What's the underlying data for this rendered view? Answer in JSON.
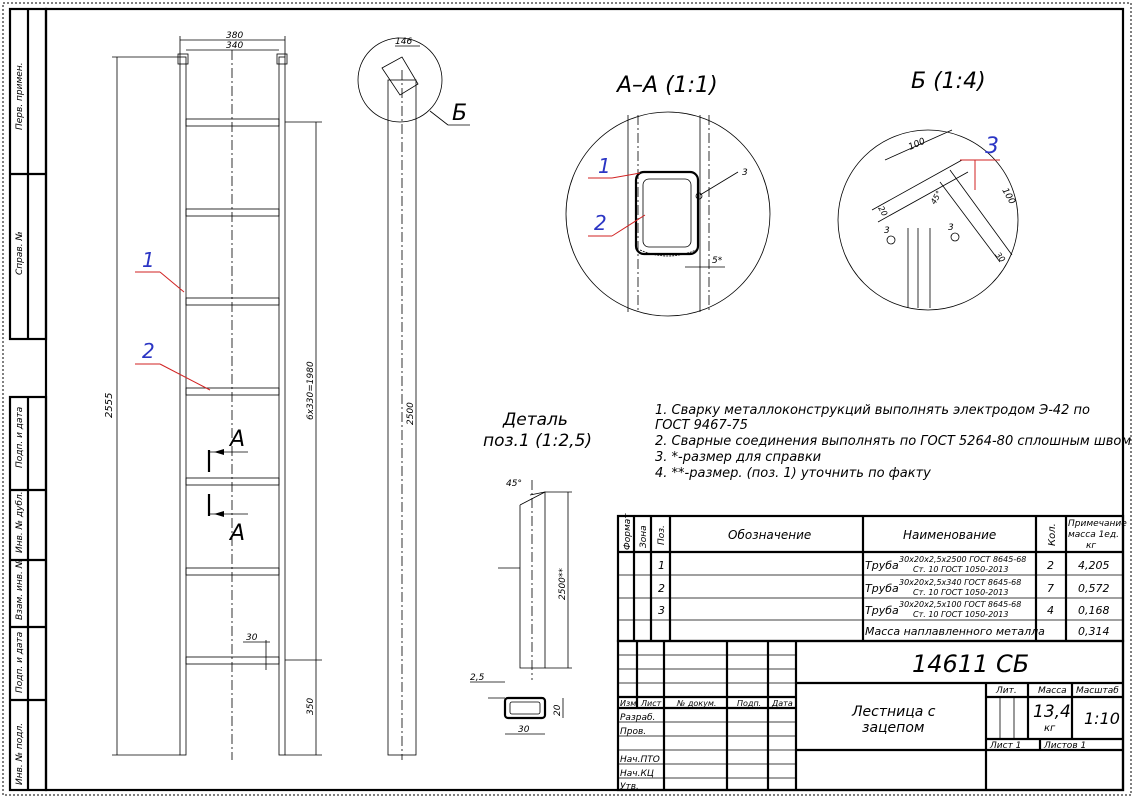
{
  "side_stamps": [
    "Перв. примен.",
    "Справ. №",
    "Подп. и дата",
    "Инв. № дубл.",
    "Взам. инв. №",
    "Подп. и дата",
    "Инв. № подл."
  ],
  "front_view": {
    "dim_380": "380",
    "dim_340": "340",
    "dim_2555": "2555",
    "dim_rungs": "6x330=1980",
    "dim_350": "350",
    "dim_30": "30",
    "pos1": "1",
    "pos2": "2",
    "section_a_top": "А",
    "section_a_bottom": "А"
  },
  "side_view": {
    "dim_146": "146",
    "dim_2500": "2500",
    "callout_b": "Б"
  },
  "section_aa": {
    "title": "А–А (1:1)",
    "pos1": "1",
    "pos2": "2",
    "weld": "3",
    "dim_5": "5*"
  },
  "detail_b": {
    "title": "Б (1:4)",
    "pos3": "3",
    "dim_100a": "100",
    "dim_100b": "100",
    "dim_20": "20",
    "dim_30": "30",
    "angle": "45°",
    "weld1": "3",
    "weld2": "3"
  },
  "detail_pos1": {
    "title_line1": "Деталь",
    "title_line2": "поз.1 (1:2,5)",
    "angle": "45°",
    "dim_2500": "2500**",
    "dim_25": "2,5",
    "dim_20": "20",
    "dim_30": "30"
  },
  "notes": [
    "1. Сварку металлоконструкций выполнять электродом Э-42 по",
    "ГОСТ 9467-75",
    "2. Сварные соединения выполнять по ГОСТ 5264-80 сплошным швом",
    "3. *-размер для справки",
    "4.  **-размер. (поз. 1) уточнить по факту"
  ],
  "spec": {
    "headers": {
      "format": "Формат",
      "zone": "Зона",
      "pos": "Поз.",
      "designation": "Обозначение",
      "name": "Наименование",
      "qty": "Кол.",
      "note_l1": "Примечание",
      "note_l2": "масса 1ед.",
      "note_l3": "кг"
    },
    "rows": [
      {
        "pos": "1",
        "name": "Труба",
        "line1": "30х20х2,5х2500 ГОСТ 8645-68",
        "line2": "Ст. 10 ГОСТ 1050-2013",
        "qty": "2",
        "mass": "4,205"
      },
      {
        "pos": "2",
        "name": "Труба",
        "line1": "30х20х2,5х340 ГОСТ 8645-68",
        "line2": "Ст. 10 ГОСТ 1050-2013",
        "qty": "7",
        "mass": "0,572"
      },
      {
        "pos": "3",
        "name": "Труба",
        "line1": "30х20х2,5х100 ГОСТ 8645-68",
        "line2": "Ст. 10 ГОСТ 1050-2013",
        "qty": "4",
        "mass": "0,168"
      }
    ],
    "weld_row": {
      "name": "Масса наплавленного металла",
      "mass": "0,314"
    }
  },
  "title_block": {
    "doc_number": "14611 СБ",
    "name_line1": "Лестница с",
    "name_line2": "зацепом",
    "lit": "Лит.",
    "mass_label": "Масса",
    "scale_label": "Масштаб",
    "mass_value": "13,4",
    "mass_unit": "кг",
    "scale_value": "1:10",
    "sheet": "Лист  1",
    "sheets": "Листов  1",
    "cols": [
      "Изм.",
      "Лист",
      "№ докум.",
      "Подп.",
      "Дата"
    ],
    "roles": [
      "Разраб.",
      "Пров.",
      "",
      "Нач.ПТО",
      "Нач.КЦ",
      "Утв."
    ]
  }
}
